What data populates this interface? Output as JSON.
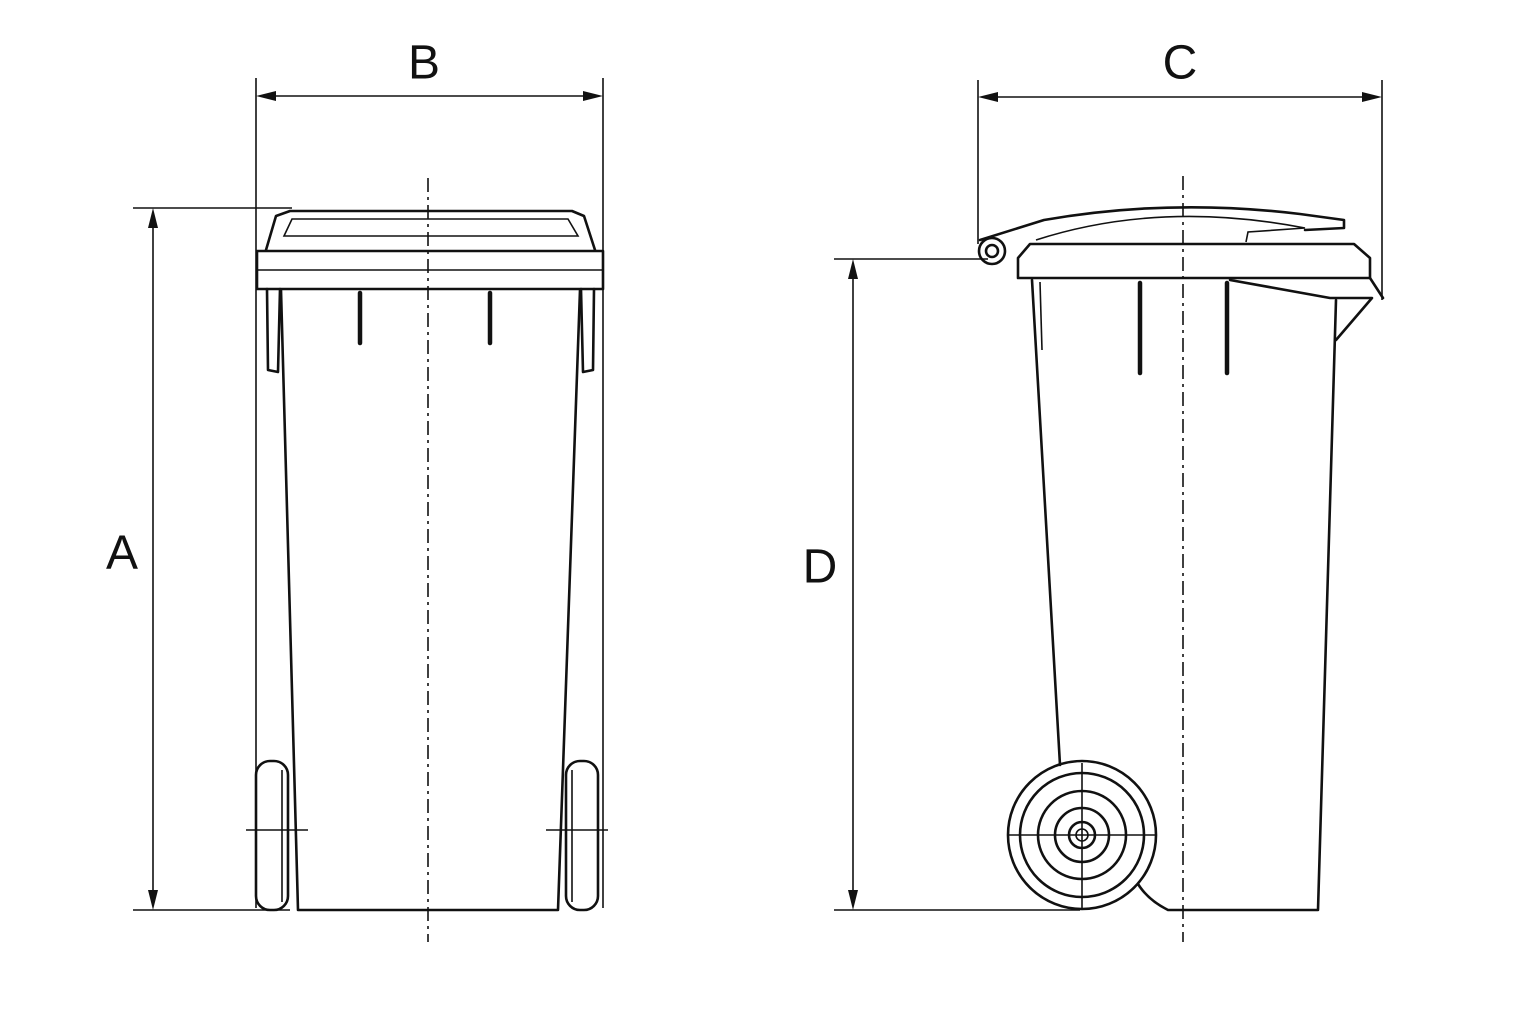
{
  "labels": {
    "height_total": "A",
    "width_front": "B",
    "depth_side": "C",
    "height_body": "D"
  },
  "colors": {
    "line": "#111111",
    "background": "#ffffff"
  },
  "views": [
    "front-view",
    "side-view"
  ]
}
